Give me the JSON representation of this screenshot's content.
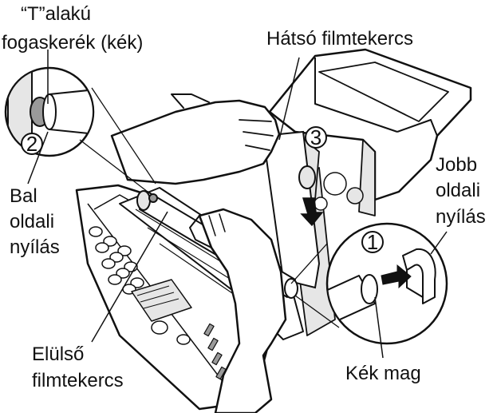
{
  "labels": {
    "t_gear_line1": "“T”alakú",
    "t_gear_line2": "fogaskerék (kék)",
    "rear_roll": "Hátsó filmtekercs",
    "left_slot_line1": "Bal",
    "left_slot_line2": "oldali",
    "left_slot_line3": "nyílás",
    "right_slot_line1": "Jobb",
    "right_slot_line2": "oldali",
    "right_slot_line3": "nyílás",
    "front_roll_line1": "Elülső",
    "front_roll_line2": "filmtekercs",
    "blue_core": "Kék mag"
  },
  "steps": {
    "one": "1",
    "two": "2",
    "three": "3"
  },
  "colors": {
    "ink": "#111111",
    "paper": "#ffffff",
    "shade": "#e6e6e6",
    "dark_shade": "#9a9a9a"
  }
}
